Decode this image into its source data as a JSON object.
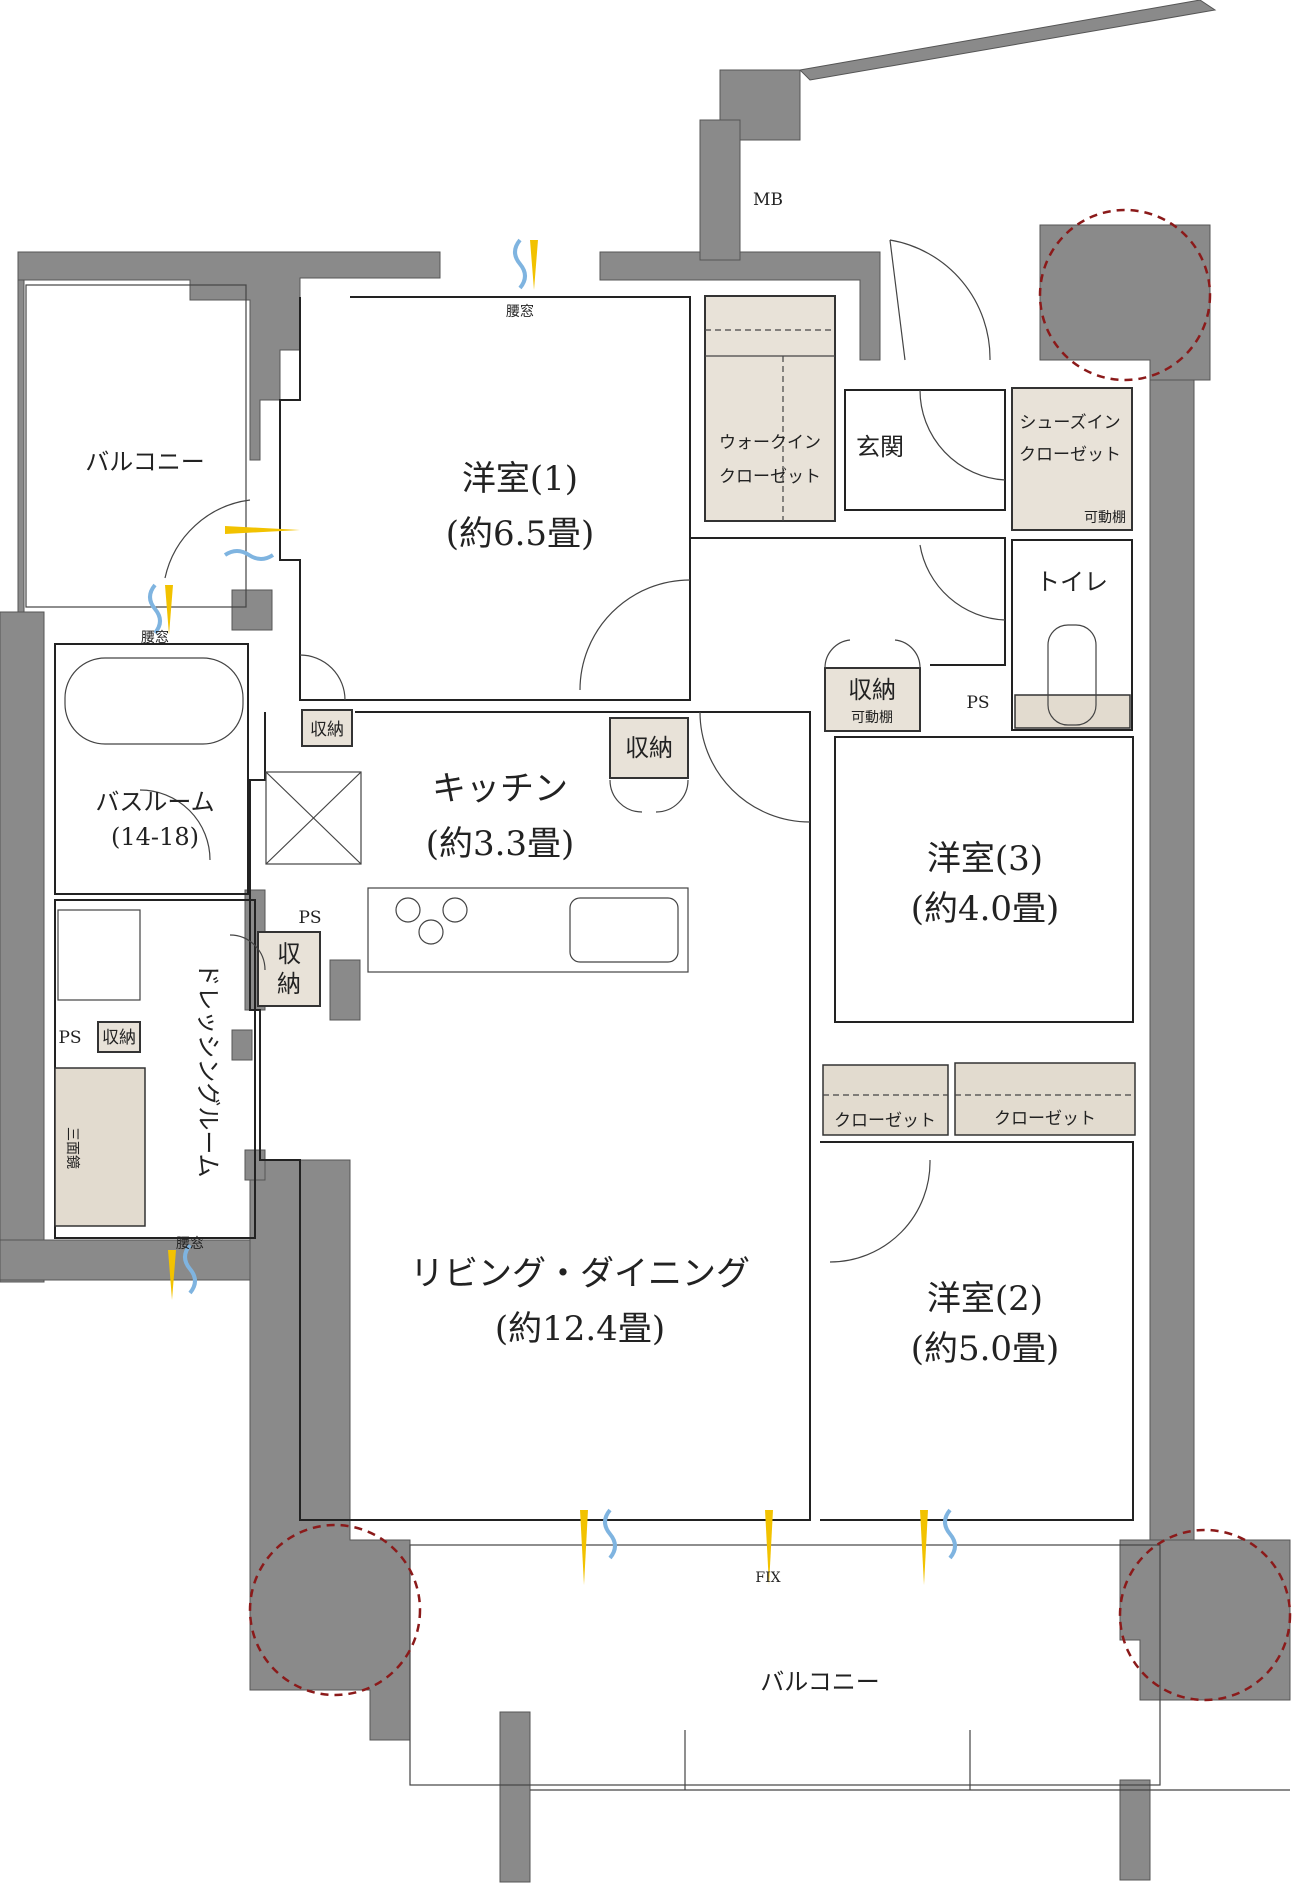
{
  "rooms": {
    "western1_name": "洋室(1)",
    "western1_size": "(約6.5畳)",
    "western2_name": "洋室(2)",
    "western2_size": "(約5.0畳)",
    "western3_name": "洋室(3)",
    "western3_size": "(約4.0畳)",
    "kitchen_name": "キッチン",
    "kitchen_size": "(約3.3畳)",
    "living_name": "リビング・ダイニング",
    "living_size": "(約12.4畳)",
    "bath_name": "バスルーム",
    "bath_size": "(14-18)",
    "dressing_name": "ドレッシングルーム",
    "entrance": "玄関",
    "toilet": "トイレ",
    "wic_line1": "ウォークイン",
    "wic_line2": "クローゼット",
    "shoe_line1": "シューズイン",
    "shoe_line2": "クローゼット",
    "balcony_top": "バルコニー",
    "balcony_bottom": "バルコニー"
  },
  "labels": {
    "mb": "MB",
    "koshimado": "腰窓",
    "storage": "収納",
    "storage_stacked_1": "収",
    "storage_stacked_2": "納",
    "movable_shelf": "可動棚",
    "ps": "PS",
    "closet": "クローゼット",
    "mirror": "三面鏡",
    "fix": "FIX"
  },
  "colors": {
    "wall": "#8a8a8a",
    "storage_fill": "#e8e2d8",
    "column_marker": "#8b1a1a",
    "vent_yellow": "#f2c200",
    "vent_blue": "#7fb4e0"
  }
}
